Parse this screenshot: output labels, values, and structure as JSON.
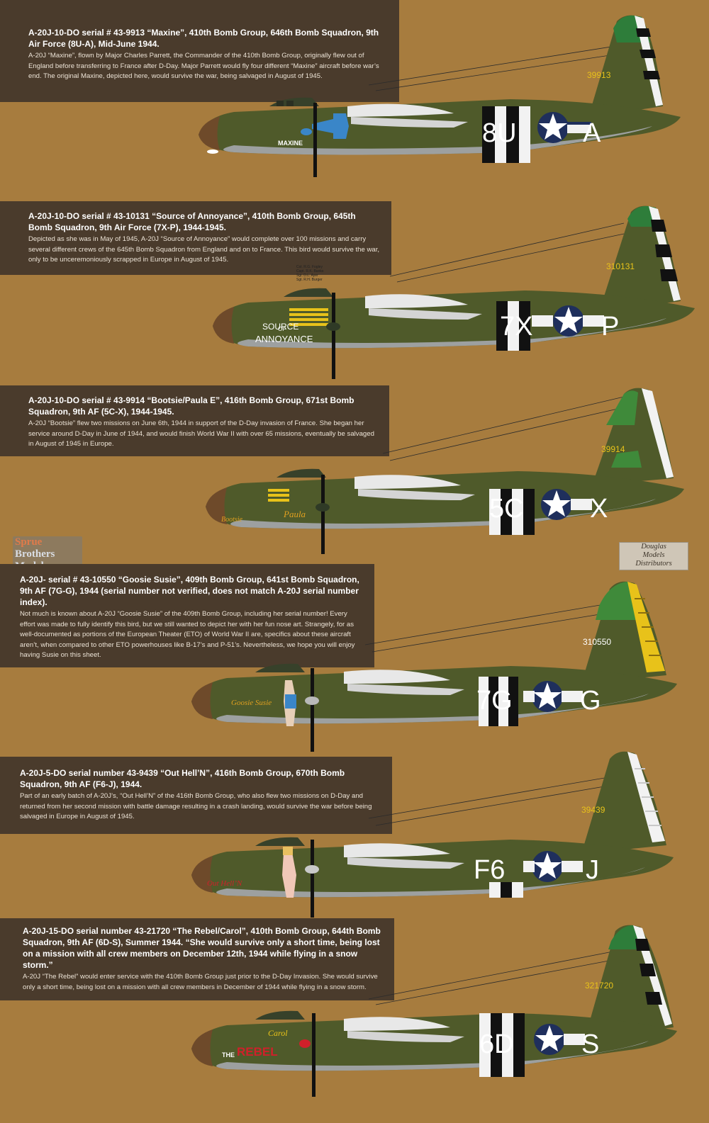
{
  "aircraft": [
    {
      "title": "A-20J-10-DO serial # 43-9913 “Maxine”, 410th Bomb Group, 646th Bomb Squadron, 9th Air Force (8U-A), Mid-June 1944.",
      "description": "A-20J “Maxine”, flown by Major Charles Parrett, the Commander of the 410th Bomb Group, originally flew out of England before transferring to France after D-Day. Major Parrett would fly four different “Maxine” aircraft before war’s end. The original Maxine, depicted here, would survive the war, being salvaged in August of 1945.",
      "tail_serial": "39913",
      "code_left": "8U",
      "code_right": "A",
      "nose_art": "MAXINE",
      "spinner_color": "#3a86c8"
    },
    {
      "title": "A-20J-10-DO serial # 43-10131 “Source of Annoyance”, 410th Bomb Group, 645th Bomb Squadron, 9th Air Force (7X-P), 1944-1945.",
      "description": "Depicted as she was in May of 1945, A-20J “Source of Annoyance” would complete over 100 missions and carry several different crews of the 645th Bomb Squadron from England and on to France. This bird would survive the war, only to be unceremoniously scrapped in Europe in August of 1945.",
      "tail_serial": "310131",
      "code_left": "7X",
      "code_right": "P",
      "nose_art_lines": [
        "SOURCE",
        "OF",
        "ANNOYANCE"
      ],
      "spinner_color": "#2f3a26",
      "crew_list": [
        "Col. R.G. Fogley",
        "Capt. R.K. Banks",
        "Sgt. D.L. Ayer",
        "Sgt. R.H. Burger"
      ]
    },
    {
      "title": "A-20J-10-DO serial # 43-9914 “Bootsie/Paula E”, 416th Bomb Group, 671st Bomb Squadron, 9th AF (5C-X), 1944-1945.",
      "description": "A-20J “Bootsie” flew two missions on June 6th, 1944 in support of the D-Day invasion of France. She began her service around D-Day in June of 1944, and would finish World War II with over 65 missions, eventually be salvaged in August of 1945 in Europe.",
      "tail_serial": "39914",
      "code_left": "5C",
      "code_right": "X",
      "nose_art": "Bootsie",
      "nose_art_2": "Paula",
      "spinner_color": "#2f3a26"
    },
    {
      "title": "A-20J- serial # 43-10550 “Goosie Susie”, 409th Bomb Group, 641st Bomb Squadron, 9th AF (7G-G), 1944 (serial number not verified, does not match A-20J serial number index).",
      "description": "Not much is known about A-20J “Goosie Susie” of the 409th Bomb Group, including her serial number! Every effort was made to fully identify this bird, but we still wanted to depict her with her fun nose art. Strangely, for as well-documented as portions of the European Theater (ETO) of World War II are, specifics about these aircraft aren’t, when compared to other ETO powerhouses like B-17’s and P-51’s. Nevertheless, we hope you will enjoy having Susie on this sheet.",
      "tail_serial": "310550",
      "code_left": "7G",
      "code_right": "G",
      "nose_art": "Goosie Susie",
      "spinner_color": "#b9b9b9"
    },
    {
      "title": "A-20J-5-DO serial number 43-9439 “Out Hell’N”, 416th Bomb Group, 670th Bomb Squadron, 9th AF (F6-J), 1944.",
      "description": "Part of an early batch of A-20J’s, “Out Hell’N” of the 416th Bomb Group, who also flew two missions on D-Day and returned from her second mission with battle damage resulting in a crash landing, would survive the war before being salvaged in Europe in August of 1945.",
      "tail_serial": "39439",
      "code_left": "F6",
      "code_right": "J",
      "nose_art": "Out Hell’N",
      "spinner_color": "#c9c9c9"
    },
    {
      "title": "A-20J-15-DO serial number 43-21720 “The Rebel/Carol”, 410th Bomb Group, 644th Bomb Squadron, 9th AF (6D-S), Summer 1944. “She would survive only a short time, being lost on a mission with all crew members on December 12th, 1944 while flying in a snow storm.”",
      "description": "A-20J “The Rebel” would enter service with the 410th Bomb Group just prior to the D-Day Invasion. She would survive only a short time, being lost on a mission with all crew members in December of 1944 while flying in a snow storm.",
      "tail_serial": "321720",
      "code_left": "6D",
      "code_right": "S",
      "nose_art_1": "THE",
      "nose_art_2": "REBEL",
      "nose_art_3": "Carol",
      "spinner_color": "#d0202a"
    }
  ],
  "watermark": {
    "lines": [
      "Sprue",
      "Brothers",
      "Models"
    ]
  },
  "distributor": {
    "lines": [
      "Douglas",
      "Models",
      "Distributors"
    ]
  },
  "colors": {
    "background": "#a77c3e",
    "panel": "#4a3b2c",
    "olive_drab": "#4f5a2a",
    "neutral_gray": "#9da0a0",
    "serial_yellow": "#e8c21a",
    "insignia_blue": "#1f2f5c"
  }
}
